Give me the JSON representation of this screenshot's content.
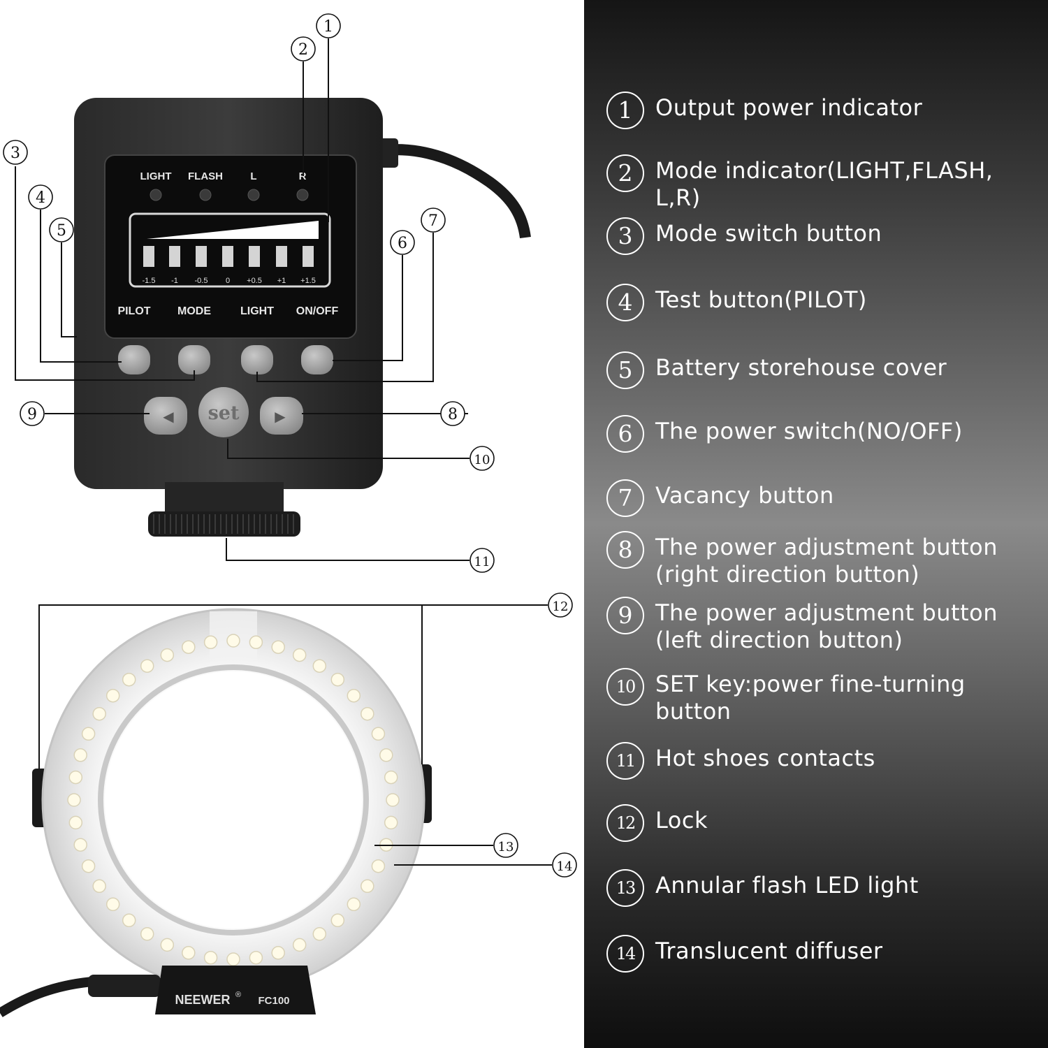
{
  "device": {
    "indicator_labels": [
      "LIGHT",
      "FLASH",
      "L",
      "R"
    ],
    "scale": [
      "-1.5",
      "-1",
      "-0.5",
      "0",
      "+0.5",
      "+1",
      "+1.5"
    ],
    "button_labels": [
      "PILOT",
      "MODE",
      "LIGHT",
      "ON/OFF"
    ],
    "set_label": "set",
    "left_arrow": "◀",
    "right_arrow": "▶",
    "brand": "NEEWER",
    "registered": "®",
    "model": "FC100"
  },
  "callouts": [
    "1",
    "2",
    "3",
    "4",
    "5",
    "6",
    "7",
    "8",
    "9",
    "10",
    "11",
    "12",
    "13",
    "14"
  ],
  "legend": [
    {
      "num": "1",
      "text": "Output power indicator"
    },
    {
      "num": "2",
      "text": "Mode indicator(LIGHT,FLASH,\nL,R)"
    },
    {
      "num": "3",
      "text": "Mode switch button"
    },
    {
      "num": "4",
      "text": "Test button(PILOT)"
    },
    {
      "num": "5",
      "text": "Battery storehouse cover"
    },
    {
      "num": "6",
      "text": "The power switch(NO/OFF)"
    },
    {
      "num": "7",
      "text": "Vacancy button"
    },
    {
      "num": "8",
      "text": "The power adjustment button\n(right direction button)"
    },
    {
      "num": "9",
      "text": "The power adjustment button\n(left direction button)"
    },
    {
      "num": "10",
      "text": "SET key:power fine-turning\nbutton"
    },
    {
      "num": "11",
      "text": "Hot shoes contacts"
    },
    {
      "num": "12",
      "text": "Lock"
    },
    {
      "num": "13",
      "text": "Annular flash LED light"
    },
    {
      "num": "14",
      "text": "Translucent diffuser"
    }
  ]
}
